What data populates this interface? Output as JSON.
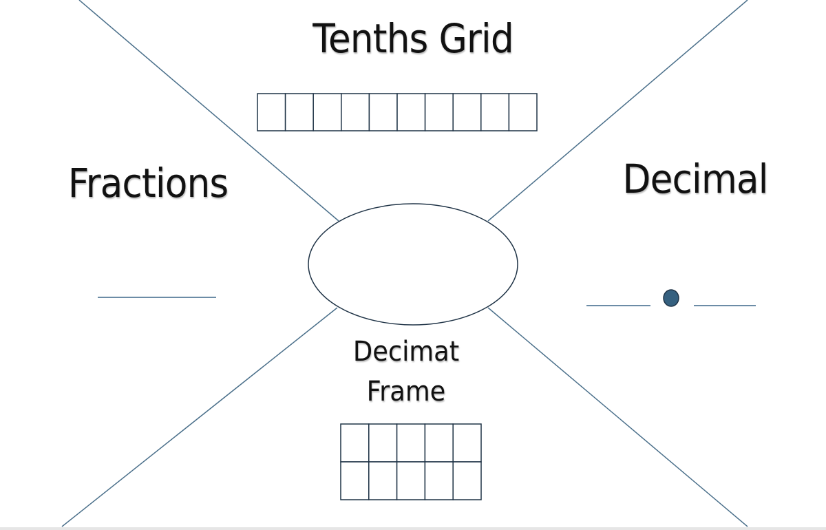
{
  "labels": {
    "tenths_grid": "Tenths Grid",
    "fractions": "Fractions",
    "decimal": "Decimal",
    "decimat_line1": "Decimat",
    "decimat_line2": "Frame"
  },
  "grids": {
    "tenths_grid": {
      "rows": 1,
      "cols": 10
    },
    "decimat_frame": {
      "rows": 2,
      "cols": 5
    }
  },
  "colors": {
    "diagonal_line": "#4a6f8a",
    "blank_line": "#3c6688",
    "grid_stroke": "#1f3346",
    "oval_stroke": "#1f3346",
    "decimal_point": "#35607f"
  }
}
